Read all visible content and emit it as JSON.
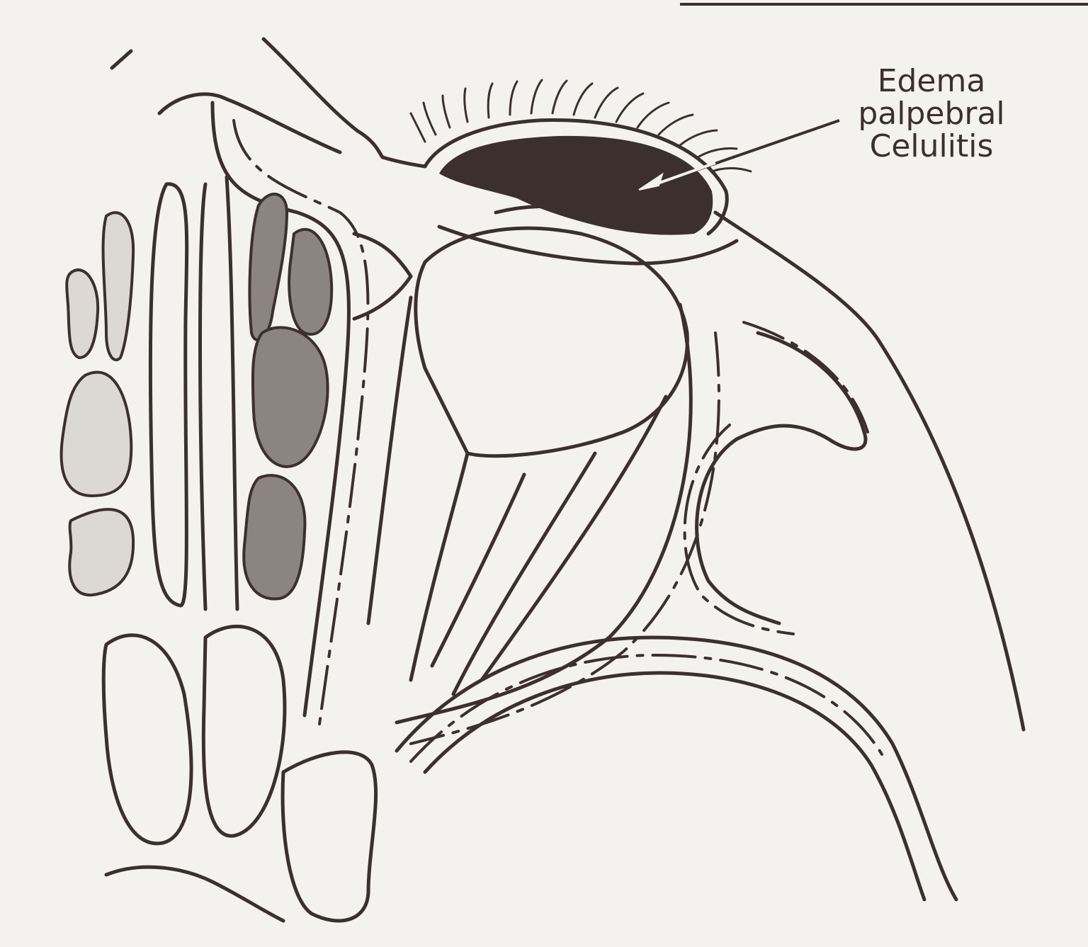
{
  "figure": {
    "annotation": {
      "lines": [
        "Edema",
        "palpebral",
        "Celulitis"
      ]
    },
    "colors": {
      "ink": "#3b302d",
      "paper": "#f4f2ee",
      "sinus_light": "#dcd8d4",
      "sinus_dark": "#8c8480",
      "edema_fill": "#3b302d"
    }
  }
}
